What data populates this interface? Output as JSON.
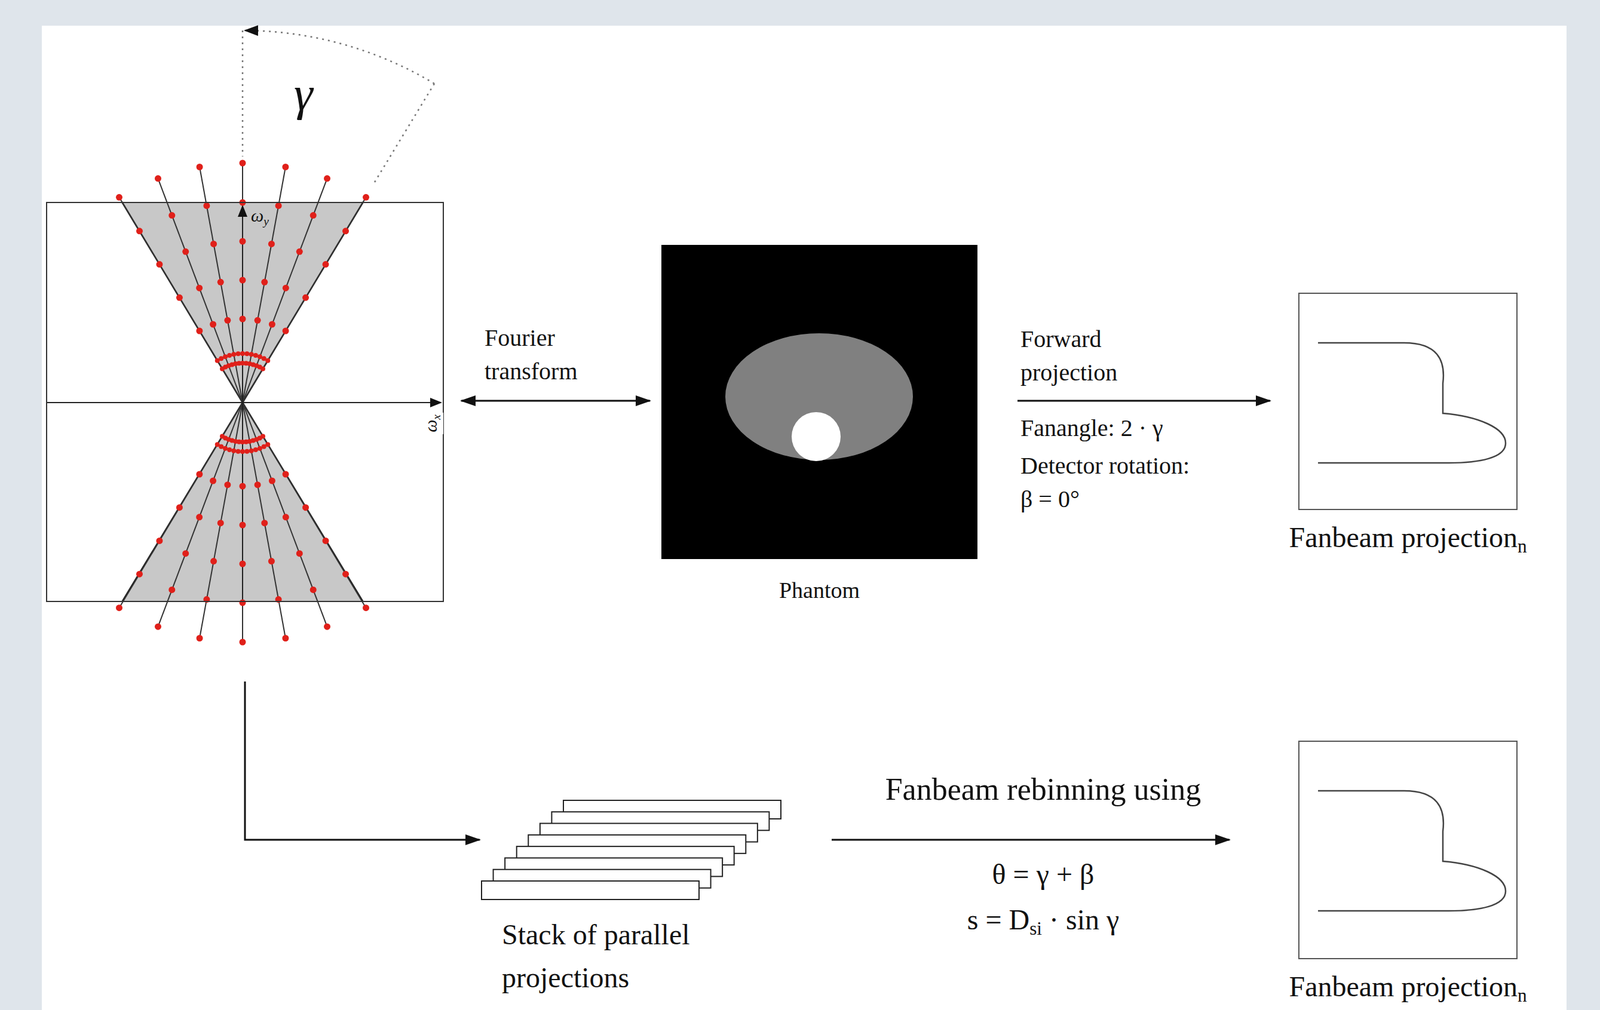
{
  "diagram": {
    "nodes": [
      {
        "text": [
          "ωy",
          "ωx"
        ]
      },
      {
        "text": [
          "Phantom"
        ]
      },
      {
        "text": [
          "Fanbeam projectionn"
        ]
      },
      {
        "text": [
          "Stack of parallel projections"
        ]
      },
      {
        "text": [
          "Fanbeam projectionn"
        ]
      }
    ],
    "edges": [
      {
        "from": 0,
        "to": 1,
        "arrow": "both",
        "label": "Fourier transform"
      },
      {
        "from": 1,
        "to": 2,
        "arrow": "to",
        "label": "Forward projection"
      },
      {
        "from": 0,
        "to": 3,
        "arrow": "to"
      },
      {
        "from": 3,
        "to": 4,
        "arrow": "to",
        "label": "Fanbeam rebinning using"
      }
    ],
    "labels": [
      "γ",
      "Fanangle: 2 · γ",
      "Detector rotation: β = 0°",
      "θ = γ + β",
      "s = Dsi · sin γ"
    ]
  }
}
